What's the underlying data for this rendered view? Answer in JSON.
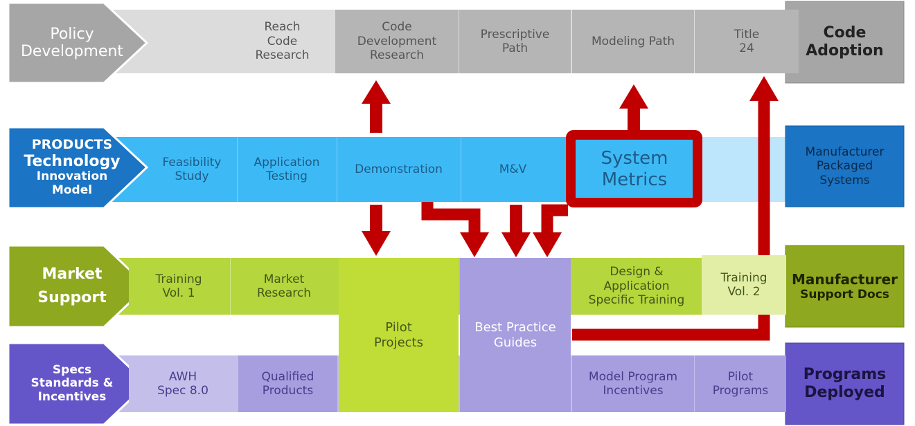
{
  "rows": {
    "policy": {
      "label": "Policy\nDevelopment",
      "items": [
        "Reach\nCode\nResearch",
        "Code\nDevelopment\nResearch",
        "Prescriptive\nPath",
        "Modeling Path",
        "Title\n24"
      ],
      "end_label": "Code\nAdoption"
    },
    "products": {
      "label_top": "PRODUCTS",
      "label_mid": "Technology",
      "label_bottom": "Innovation\nModel",
      "items": [
        "Feasibility\nStudy",
        "Application\nTesting",
        "Demonstration",
        "M&V"
      ],
      "highlight": "System\nMetrics",
      "end_label": "Manufacturer\nPackaged\nSystems"
    },
    "market": {
      "label": "Market\nSupport",
      "items": [
        "Training\nVol. 1",
        "Market\nResearch",
        "Design &\nApplication\nSpecific Training",
        "Training\nVol. 2"
      ],
      "end_label_main": "Manufacturer",
      "end_label_sub": "Support Docs"
    },
    "specs": {
      "label": "Specs\nStandards &\nIncentives",
      "items": [
        "AWH\nSpec 8.0",
        "Qualified\nProducts",
        "Model Program\nIncentives",
        "Pilot\nPrograms"
      ],
      "end_label": "Programs\nDeployed"
    }
  },
  "shared": {
    "pilot_projects": "Pilot\nProjects",
    "best_practice_guides": "Best Practice\nGuides"
  },
  "colors": {
    "policy_dark": "#a6a6a6",
    "policy_light": "#dcdcdc",
    "products_dark": "#1b74c4",
    "products_light": "#3dbaf6",
    "market_dark": "#8ea81f",
    "market_light": "#b5d63c",
    "specs_dark": "#6455c8",
    "specs_light": "#a79edf",
    "arrow_red": "#c00000",
    "highlight_border": "#c00000"
  }
}
